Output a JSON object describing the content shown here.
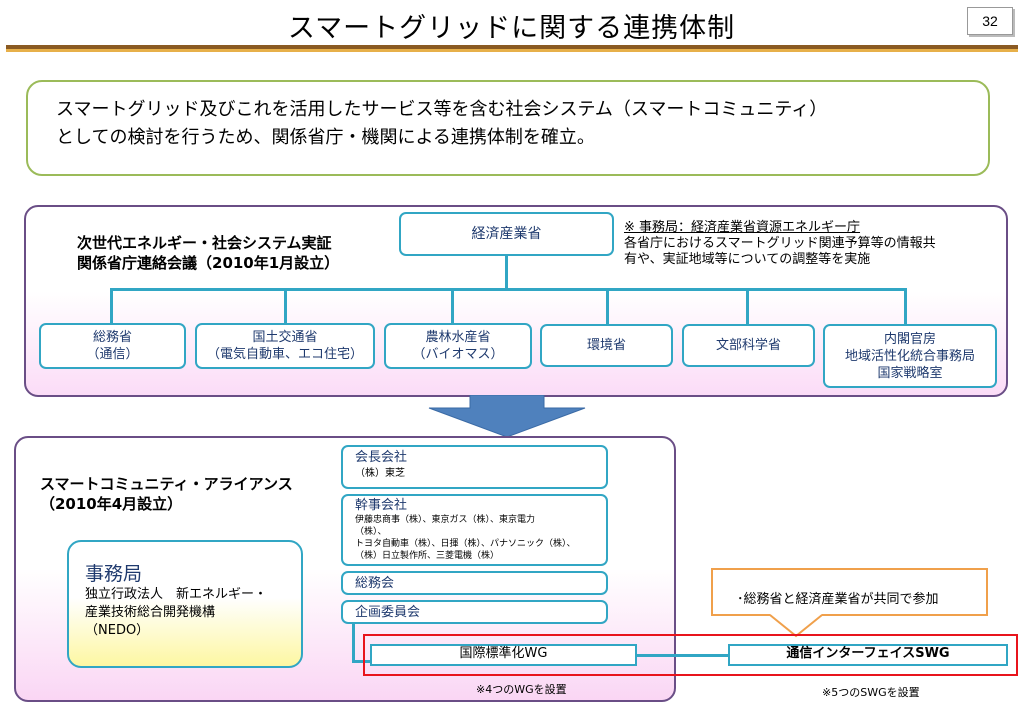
{
  "slide": {
    "title": "スマートグリッドに関する連携体制",
    "page_number": "32"
  },
  "summary": {
    "line1": "スマートグリッド及びこれを活用したサービス等を含む社会システム（スマートコミュニティ）",
    "line2": "としての検討を行うため、関係省庁・機関による連携体制を確立。"
  },
  "council": {
    "title_line1": "次世代エネルギー・社会システム実証",
    "title_line2": "関係省庁連絡会議（2010年1月設立）",
    "top_node": "経済産業省",
    "note_line1": "※ 事務局：経済産業省資源エネルギー庁",
    "note_line2": "各省庁におけるスマートグリッド関連予算等の情報共",
    "note_line3": "有や、実証地域等についての調整等を実施",
    "ministries": [
      {
        "line1": "総務省",
        "line2": "（通信）"
      },
      {
        "line1": "国土交通省",
        "line2": "（電気自動車、エコ住宅）"
      },
      {
        "line1": "農林水産省",
        "line2": "（バイオマス）"
      },
      {
        "line1": "環境省",
        "line2": ""
      },
      {
        "line1": "文部科学省",
        "line2": ""
      },
      {
        "line1": "内閣官房",
        "line2": "地域活性化統合事務局",
        "line3": "国家戦略室"
      }
    ]
  },
  "alliance": {
    "title_line1": "スマートコミュニティ・アライアンス",
    "title_line2": "（2010年4月設立）",
    "office": {
      "heading": "事務局",
      "line1": "独立行政法人　新エネルギー・",
      "line2": "産業技術総合開発機構",
      "line3": "（NEDO）"
    },
    "chair": {
      "label": "会長会社",
      "member": "（株）東芝"
    },
    "executive": {
      "label": "幹事会社",
      "line1": "伊藤忠商事（株）、東京ガス（株）、東京電力",
      "line2": "（株）、",
      "line3": "トヨタ自動車（株）、日揮（株）、パナソニック（株）、",
      "line4": "（株）日立製作所、三菱電機（株）"
    },
    "general_affairs": "総務会",
    "planning": "企画委員会",
    "wg_international": "国際標準化WG",
    "wg_communication": "通信インターフェイスSWG",
    "note_wg": "※4つのWGを設置",
    "note_swg": "※5つのSWGを設置",
    "callout": "･総務省と経済産業省が共同で参加"
  },
  "colors": {
    "node_border": "#31a6c4",
    "panel_border": "#6a4e86",
    "summary_border": "#9bbb59",
    "highlight_border": "#e8141c",
    "callout_border": "#f0a04b",
    "arrow_fill": "#4f81bd"
  }
}
